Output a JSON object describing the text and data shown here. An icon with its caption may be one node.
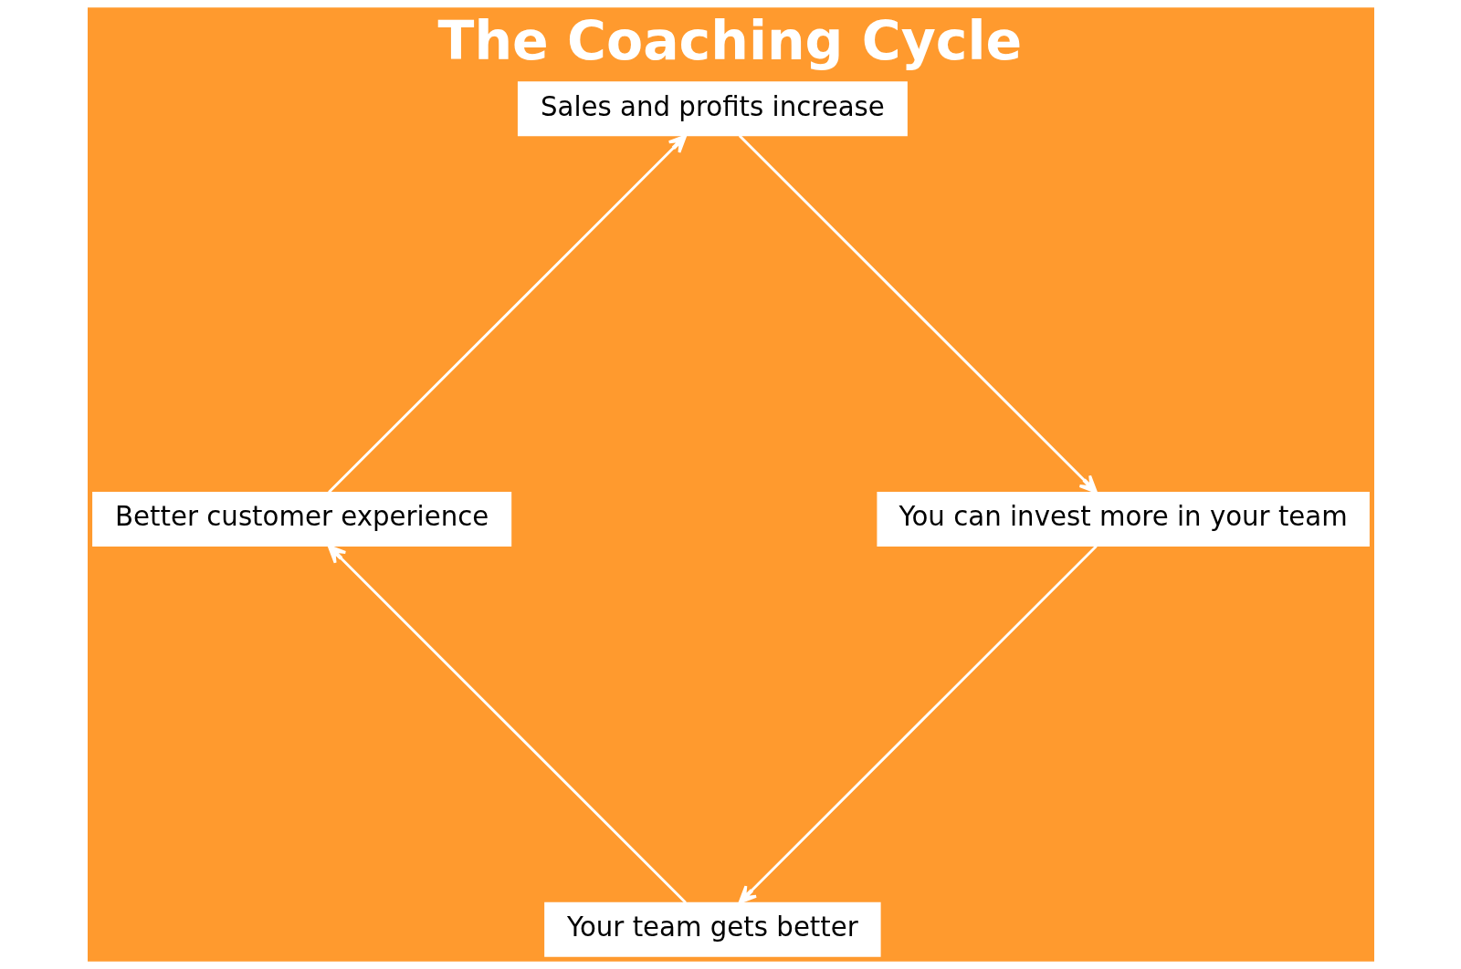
{
  "diagram": {
    "title": "The Coaching Cycle",
    "nodes": [
      {
        "text": [
          "Your team gets better"
        ]
      },
      {
        "text": [
          "Better customer experience"
        ]
      },
      {
        "text": [
          "Sales and profits increase"
        ]
      },
      {
        "text": [
          "You can invest more in your team"
        ]
      }
    ],
    "edges": [
      {
        "from": 0,
        "to": 1,
        "arrow": "to"
      },
      {
        "from": 1,
        "to": 2,
        "arrow": "to"
      },
      {
        "from": 2,
        "to": 3,
        "arrow": "to"
      },
      {
        "from": 3,
        "to": 0,
        "arrow": "to"
      }
    ]
  }
}
